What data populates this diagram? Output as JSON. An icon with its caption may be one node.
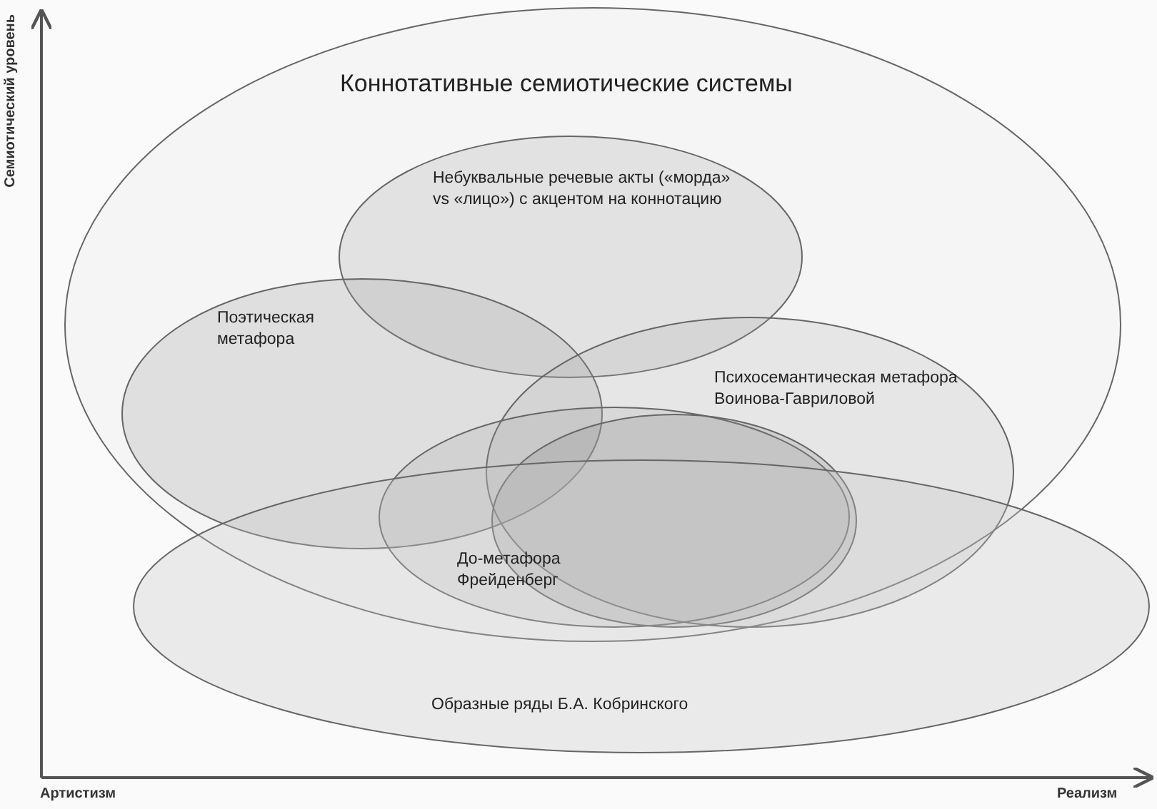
{
  "diagram": {
    "nodes": [
      {
        "text": [
          "Коннотативные семиотические системы"
        ]
      },
      {
        "text": [
          "Небуквальные речевые акты («морда» vs «лицо») с акцентом на коннотацию"
        ],
        "in": 0
      },
      {
        "text": [
          "Поэтическая метафора"
        ],
        "in": 0
      },
      {
        "text": [
          "Психосемантическая метафора Воинова-Гавриловой"
        ],
        "in": 0
      },
      {
        "text": [],
        "shape": "ellipse"
      },
      {
        "text": [
          "До-метафора Фрейденберг"
        ],
        "in": 0
      },
      {
        "text": [
          "Образные ряды Б.А. Кобринского"
        ]
      }
    ],
    "edges": [],
    "labels": [
      "Семиотический уровень",
      "Артистизм",
      "Реализм"
    ]
  }
}
